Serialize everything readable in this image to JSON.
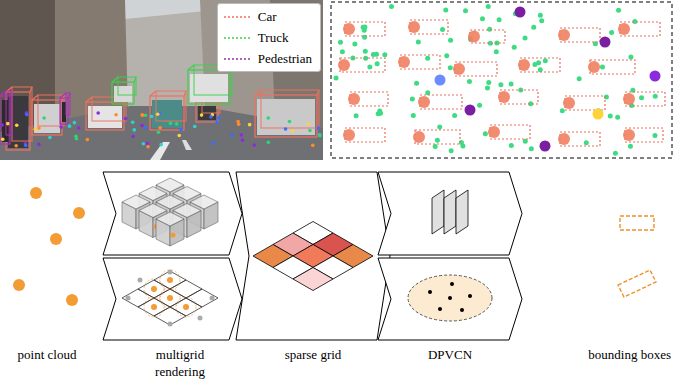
{
  "diagram": {
    "labels": [
      "point cloud",
      "multigrid rendering",
      "sparse grid",
      "DPVCN",
      "bounding boxes"
    ],
    "legend": [
      {
        "text": "Car"
      },
      {
        "text": "Truck"
      },
      {
        "text": "Pedestrian"
      }
    ]
  }
}
